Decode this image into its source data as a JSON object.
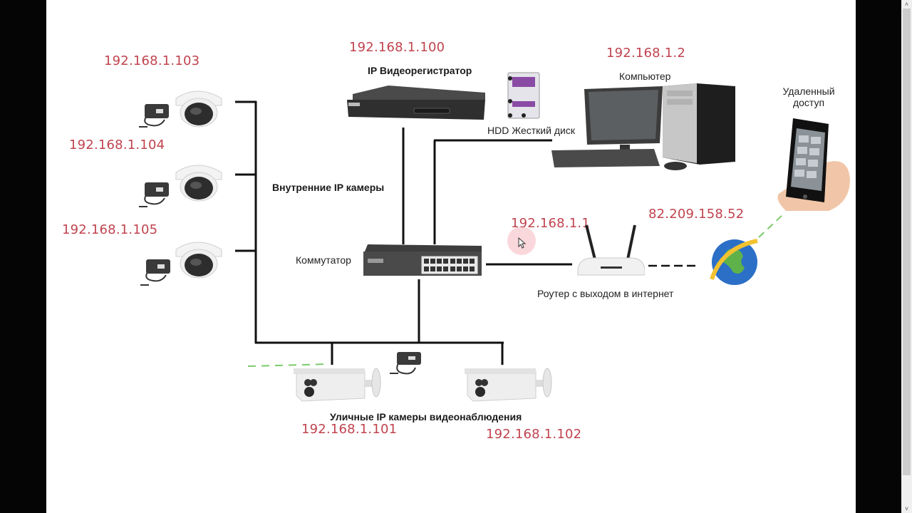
{
  "diagram": {
    "title": "IP video surveillance network scheme",
    "colors": {
      "ip_text": "#c0434e",
      "wire": "#111111",
      "wireless": "#7cc96b"
    },
    "nodes": {
      "nvr": {
        "label": "IP Видеорегистратор",
        "ip": "192.168.1.100"
      },
      "hdd": {
        "label": "HDD Жесткий диск"
      },
      "computer": {
        "label": "Компьютер",
        "ip": "192.168.1.2"
      },
      "remote": {
        "label_line1": "Удаленный",
        "label_line2": "доступ"
      },
      "switch": {
        "label": "Коммутатор"
      },
      "router": {
        "label": "Роутер с выходом в интернет",
        "ip": "192.168.1.1"
      },
      "internet": {
        "ip": "82.209.158.52"
      },
      "indoor_group": {
        "label": "Внутренние IP камеры"
      },
      "outdoor_group": {
        "label": "Уличные IP камеры видеонаблюдения"
      },
      "indoor_cameras": [
        {
          "ip": "192.168.1.103"
        },
        {
          "ip": "192.168.1.104"
        },
        {
          "ip": "192.168.1.105"
        }
      ],
      "outdoor_cameras": [
        {
          "ip": "192.168.1.101"
        },
        {
          "ip": "192.168.1.102"
        }
      ]
    }
  },
  "scrollbar": {
    "up_icon": "˄",
    "down_icon": "˅"
  }
}
